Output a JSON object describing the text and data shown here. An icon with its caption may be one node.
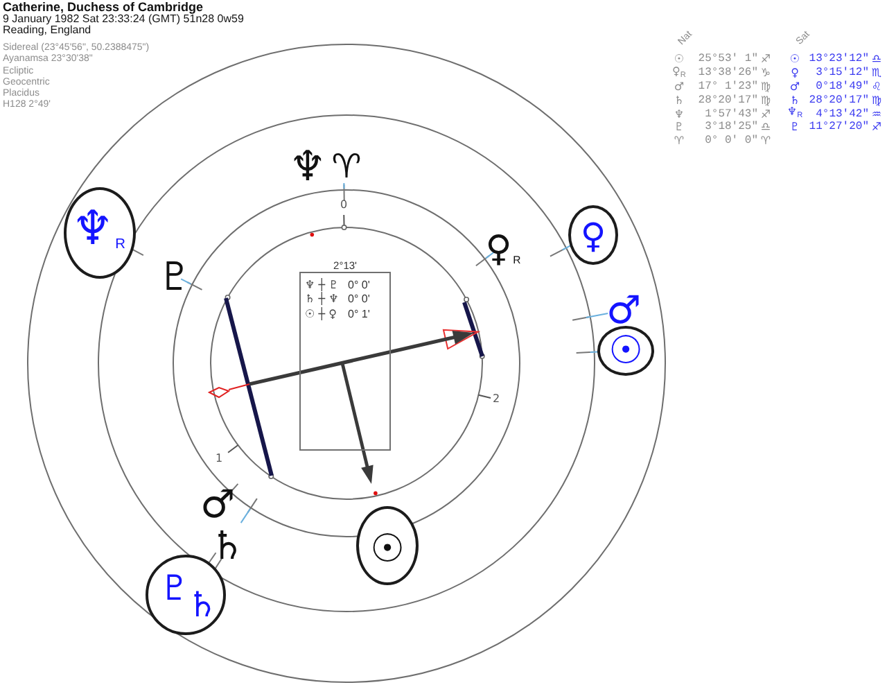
{
  "diagram": {
    "title": "Catherine, Duchess of Cambridge",
    "nodes": [
      {
        "text": [
          "♆$_{R}$"
        ]
      },
      {
        "text": [
          "♀"
        ]
      },
      {
        "text": [
          "2°13'",
          "♆ ┼ ♇",
          "0° 0'",
          "♄ ┼ ♆",
          "0° 0'",
          "☉ ┼ ♀",
          "0° 1'"
        ]
      },
      {
        "text": [
          "☉"
        ]
      },
      {
        "text": [
          "☉"
        ]
      },
      {
        "text": [
          "♇",
          "♄"
        ]
      }
    ],
    "labels": [
      "9 January 1982 Sat 23:33:24 (GMT) 51n28 0w59",
      "Reading, England",
      "Sidereal (23°45'56\", 50.2388475\")",
      "Ayanamsa 23°30'38\"",
      "Ecliptic",
      "Geocentric",
      "Placidus",
      "H128 2°49'",
      "Nat",
      "Sat",
      "☉",
      "25°53' 1\"",
      "♐",
      "☉",
      "13°23'12\"",
      "♎",
      "♀$_{R}$",
      "13°38'26\"",
      "♑",
      "♀",
      "3°15'12\"",
      "♏",
      "♂",
      "17° 1'23\"",
      "♍",
      "♂",
      "0°18'49\"",
      "♌",
      "♄",
      "28°20'17\"",
      "♍",
      "♄",
      "28°20'17\"",
      "♍",
      "♆",
      "1°57'43\"",
      "♐",
      "♆$_{R}$",
      "4°13'42\"",
      "♒",
      "♇",
      "3°18'25\"",
      "♎",
      "♇",
      "11°27'20\"",
      "♐",
      "♈",
      "0° 0' 0\"",
      "♈",
      "♆",
      "♈",
      "0",
      "♀$_{R}$",
      "♇",
      "♂",
      "2",
      "1",
      "♂",
      "♄"
    ]
  }
}
